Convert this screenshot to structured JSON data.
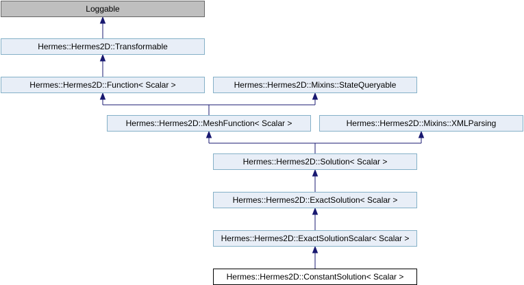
{
  "diagram": {
    "colors": {
      "node_fill": "#e8eef7",
      "node_border": "#84b0c7",
      "root_fill": "#bfbfbf",
      "current_fill": "#ffffff",
      "edge": "#191970"
    },
    "nodes": [
      {
        "id": "loggable",
        "label": "Loggable"
      },
      {
        "id": "transformable",
        "label": "Hermes::Hermes2D::Transformable"
      },
      {
        "id": "function",
        "label": "Hermes::Hermes2D::Function< Scalar >"
      },
      {
        "id": "state-queryable",
        "label": "Hermes::Hermes2D::Mixins::StateQueryable"
      },
      {
        "id": "mesh-function",
        "label": "Hermes::Hermes2D::MeshFunction< Scalar >"
      },
      {
        "id": "xml-parsing",
        "label": "Hermes::Hermes2D::Mixins::XMLParsing"
      },
      {
        "id": "solution",
        "label": "Hermes::Hermes2D::Solution< Scalar >"
      },
      {
        "id": "exact-solution",
        "label": "Hermes::Hermes2D::ExactSolution< Scalar >"
      },
      {
        "id": "exact-solution-scalar",
        "label": "Hermes::Hermes2D::ExactSolutionScalar< Scalar >"
      },
      {
        "id": "constant-solution",
        "label": "Hermes::Hermes2D::ConstantSolution< Scalar >"
      }
    ],
    "edges": [
      {
        "from": "transformable",
        "to": "loggable"
      },
      {
        "from": "function",
        "to": "transformable"
      },
      {
        "from": "mesh-function",
        "to": "function"
      },
      {
        "from": "mesh-function",
        "to": "state-queryable"
      },
      {
        "from": "solution",
        "to": "mesh-function"
      },
      {
        "from": "solution",
        "to": "xml-parsing"
      },
      {
        "from": "exact-solution",
        "to": "solution"
      },
      {
        "from": "exact-solution-scalar",
        "to": "exact-solution"
      },
      {
        "from": "constant-solution",
        "to": "exact-solution-scalar"
      }
    ]
  }
}
